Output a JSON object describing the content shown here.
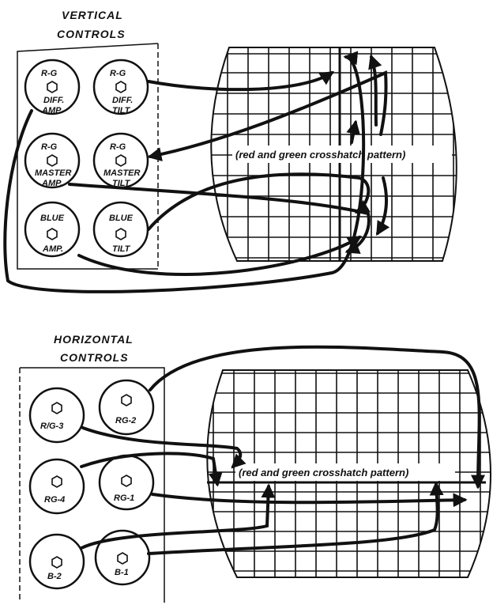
{
  "vertical": {
    "title_line1": "VERTICAL",
    "title_line2": "CONTROLS",
    "knobs": [
      {
        "line1": "R-G",
        "line2": "DIFF.",
        "line3": "AMP."
      },
      {
        "line1": "R-G",
        "line2": "DIFF.",
        "line3": "TILT"
      },
      {
        "line1": "R-G",
        "line2": "MASTER",
        "line3": "AMP."
      },
      {
        "line1": "R-G",
        "line2": "MASTER",
        "line3": "TILT"
      },
      {
        "line1": "BLUE",
        "line2": "",
        "line3": "AMP."
      },
      {
        "line1": "BLUE",
        "line2": "",
        "line3": "TILT"
      }
    ],
    "pattern_label": "(red and green crosshatch pattern)"
  },
  "horizontal": {
    "title_line1": "HORIZONTAL",
    "title_line2": "CONTROLS",
    "knobs": [
      {
        "label": "R/G-3"
      },
      {
        "label": "RG-2"
      },
      {
        "label": "RG-4"
      },
      {
        "label": "RG-1"
      },
      {
        "label": "B-2"
      },
      {
        "label": "B-1"
      }
    ],
    "pattern_label": "(red and green crosshatch pattern)"
  }
}
